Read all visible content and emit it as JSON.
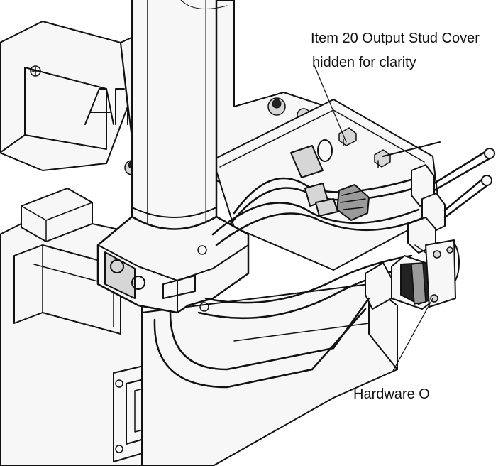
{
  "diagram": {
    "callouts": {
      "stud_cover_line1": "Item 20 Output Stud Cover",
      "stud_cover_line2": "hidden for clarity",
      "hardware": "Hardware O"
    }
  }
}
